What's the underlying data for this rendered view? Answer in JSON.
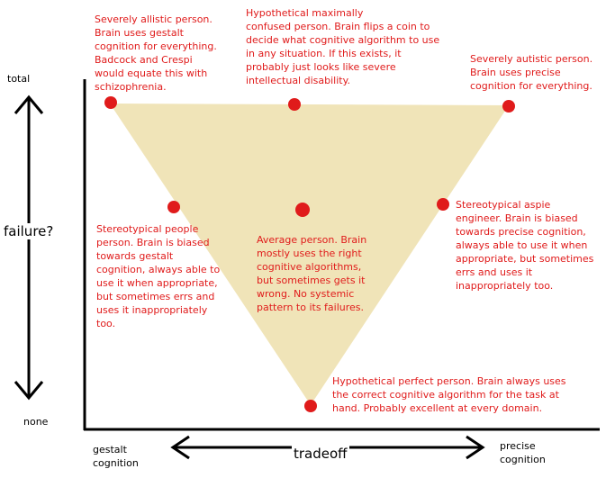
{
  "y_axis": {
    "top_label": "total",
    "middle_label": "failure?",
    "bottom_label": "none"
  },
  "x_axis": {
    "left_label": "gestalt\ncognition",
    "middle_label": "tradeoff",
    "right_label": "precise\ncognition"
  },
  "points": [
    {
      "id": "severely-allistic",
      "text": "Severely allistic person.\nBrain uses gestalt\ncognition for everything.\nBadcock and Crespi\nwould equate this with\nschizophrenia."
    },
    {
      "id": "maximally-confused",
      "text": "Hypothetical maximally\nconfused person. Brain flips a coin to\ndecide what cognitive algorithm to use\nin any situation. If this  exists, it\nprobably just looks like severe\nintellectual disability."
    },
    {
      "id": "severely-autistic",
      "text": "Severely autistic person.\nBrain uses precise\ncognition for everything."
    },
    {
      "id": "stereotypical-people-person",
      "text": "Stereotypical people\nperson. Brain is biased\ntowards gestalt\ncognition, always able to\nuse it when appropriate,\nbut sometimes errs and\nuses it inappropriately\ntoo."
    },
    {
      "id": "average-person",
      "text": "Average person. Brain\nmostly uses the right\ncognitive algorithms,\nbut sometimes gets it\nwrong. No systemic\npattern to its failures."
    },
    {
      "id": "stereotypical-aspie-engineer",
      "text": "Stereotypical aspie\nengineer. Brain is biased\ntowards precise cognition,\nalways able to use it when\nappropriate, but sometimes\nerrs and uses it\ninappropriately too."
    },
    {
      "id": "hypothetical-perfect",
      "text": "Hypothetical perfect person. Brain always uses\nthe correct cognitive algorithm for the task at\nhand. Probably excellent at every domain."
    }
  ],
  "colors": {
    "triangle_fill": "#f0e4b8",
    "dot": "#e01b1b",
    "label_text": "#e01b1b",
    "axis": "#000000"
  }
}
